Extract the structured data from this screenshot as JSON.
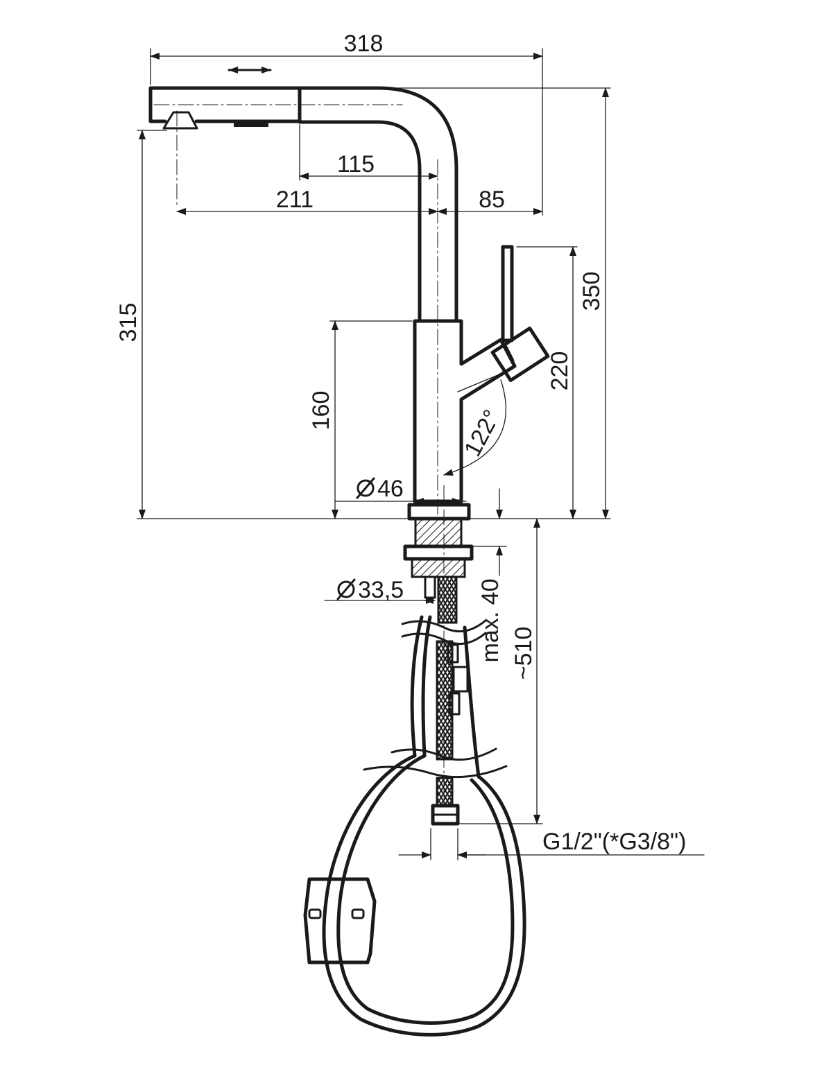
{
  "dimensions": {
    "overall_width": "318",
    "spout_pullout": "115",
    "spout_reach": "211",
    "body_to_edge": "85",
    "outlet_height": "315",
    "total_height": "350",
    "lever_height": "220",
    "body_height": "160",
    "lever_angle": "122°",
    "body_diameter": "46",
    "mount_hole_diameter": "33,5",
    "max_counter_thickness": "max. 40",
    "hose_length": "~510",
    "connection": "G1/2\"(*G3/8\")"
  },
  "symbols": {
    "diameter": "diameter-symbol",
    "pullout_arrow": "double-arrow-icon"
  },
  "colors": {
    "line": "#1a1a1a",
    "background": "#ffffff"
  }
}
